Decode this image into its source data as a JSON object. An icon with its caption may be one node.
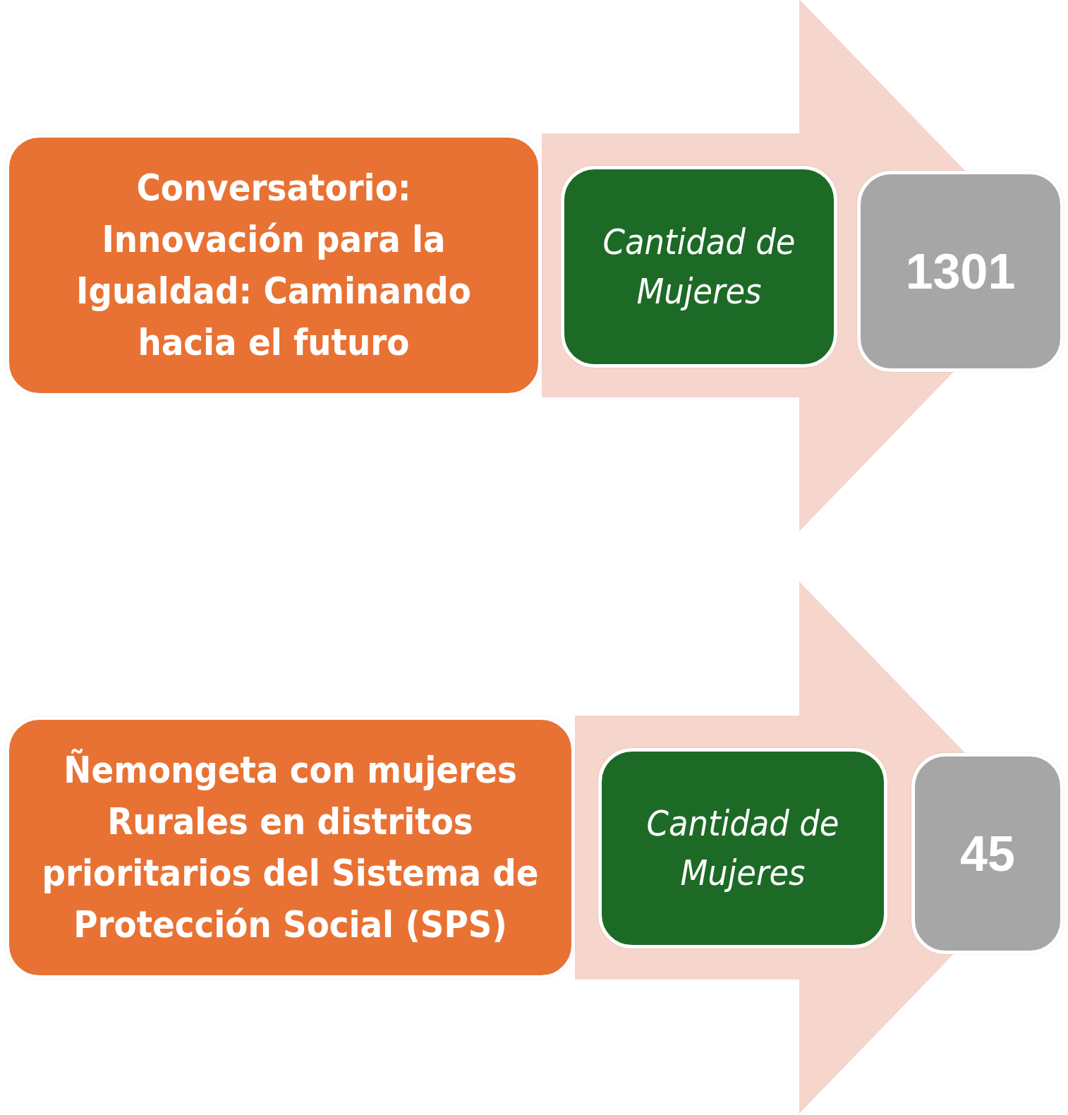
{
  "diagram": {
    "nodes": [
      {
        "text": [
          "Conversatorio: Innovación para la Igualdad: Caminando hacia el futuro"
        ]
      },
      {
        "text": [
          "Cantidad de Mujeres"
        ]
      },
      {
        "text": [
          "1301"
        ]
      },
      {
        "text": [
          "Ñemongeta con mujeres Rurales en distritos prioritarios del Sistema de Protección Social (SPS)"
        ]
      },
      {
        "text": [
          "Cantidad de Mujeres"
        ]
      },
      {
        "text": [
          "45"
        ]
      }
    ],
    "edges": [
      {
        "from": 0,
        "to": 2,
        "arrow": "to"
      },
      {
        "from": 3,
        "to": 5,
        "arrow": "to"
      }
    ]
  }
}
